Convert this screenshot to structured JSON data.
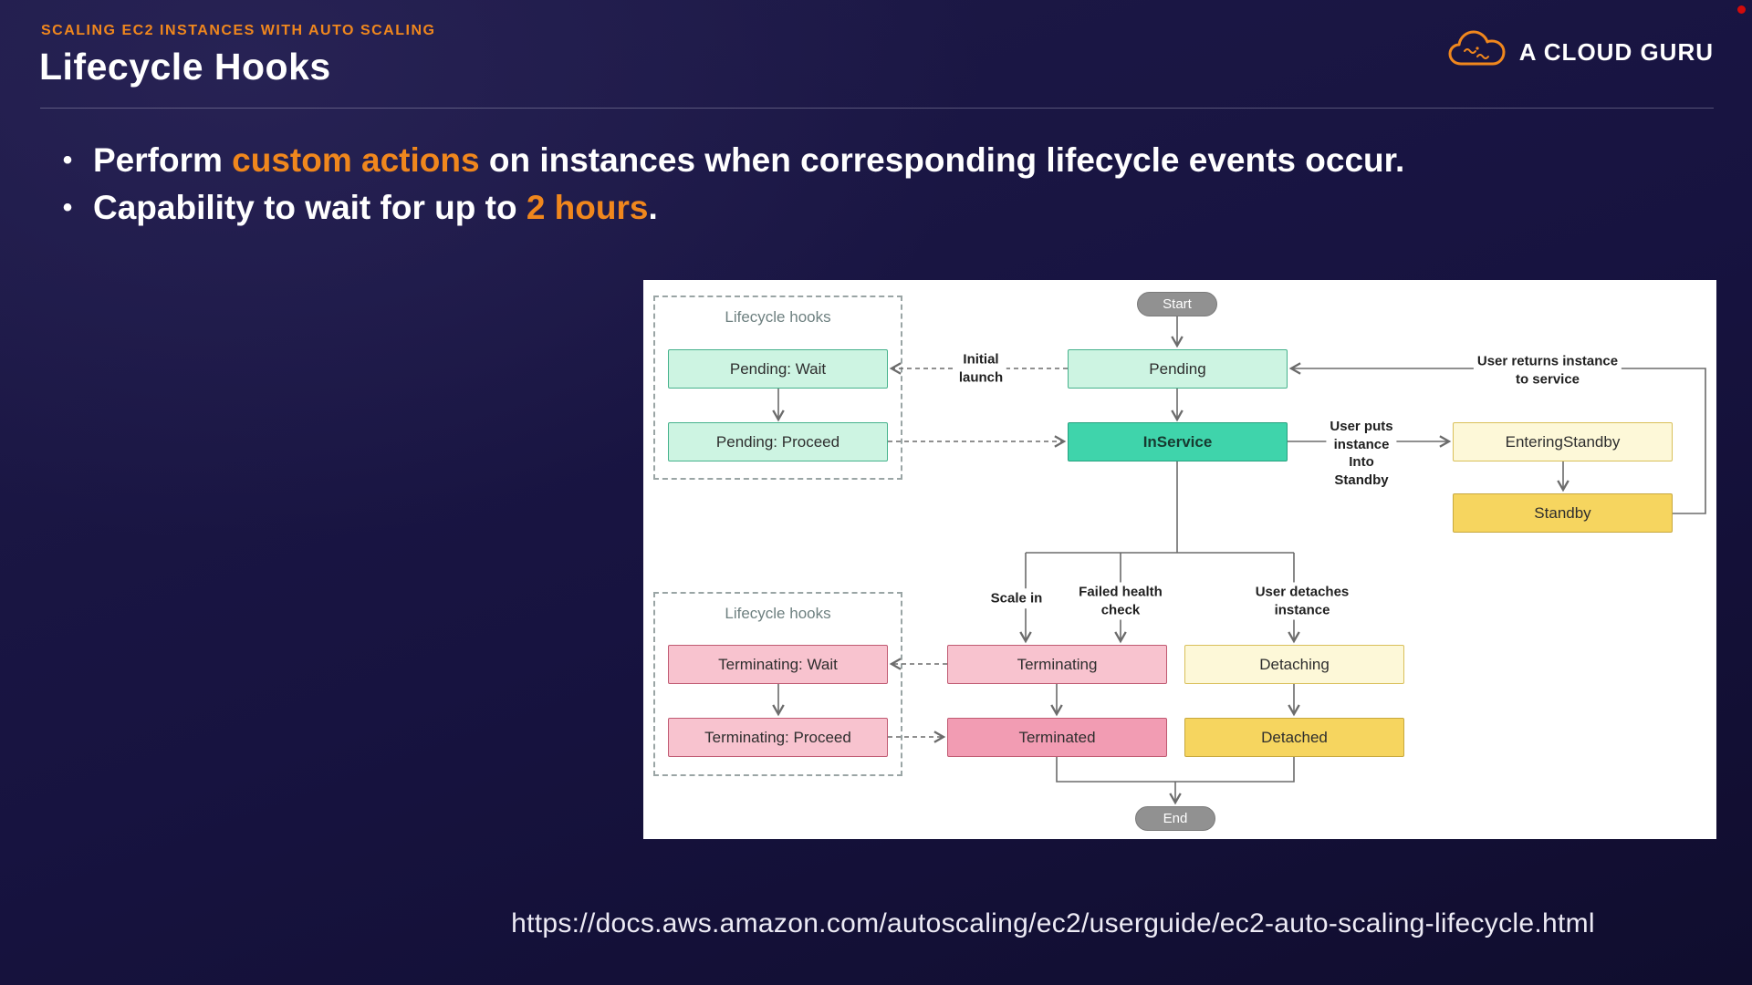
{
  "slide": {
    "eyebrow": "SCALING EC2 INSTANCES WITH AUTO SCALING",
    "title": "Lifecycle Hooks",
    "bullets": [
      {
        "pre": "Perform ",
        "highlight": "custom actions",
        "post": " on instances when corresponding lifecycle events occur."
      },
      {
        "pre": "Capability to wait for up to ",
        "highlight": "2 hours",
        "post": "."
      }
    ],
    "url": "https://docs.aws.amazon.com/autoscaling/ec2/userguide/ec2-auto-scaling-lifecycle.html"
  },
  "brand": {
    "logo_text": "A CLOUD GURU",
    "accent": "#f0871d"
  },
  "diagram": {
    "groups": [
      {
        "label": "Lifecycle hooks"
      },
      {
        "label": "Lifecycle hooks"
      }
    ],
    "nodes": {
      "start": "Start",
      "pending": "Pending",
      "pending_wait": "Pending: Wait",
      "pending_proceed": "Pending: Proceed",
      "inservice": "InService",
      "entering_standby": "EnteringStandby",
      "standby": "Standby",
      "terminating": "Terminating",
      "terminating_wait": "Terminating: Wait",
      "terminating_proceed": "Terminating: Proceed",
      "terminated": "Terminated",
      "detaching": "Detaching",
      "detached": "Detached",
      "end": "End"
    },
    "labels": {
      "initial_launch": "Initial\nlaunch",
      "user_returns": "User returns instance\nto service",
      "user_puts_standby": "User puts\ninstance\nInto\nStandby",
      "scale_in": "Scale in",
      "failed_health_check": "Failed health\ncheck",
      "user_detaches": "User detaches\ninstance"
    },
    "edges": [
      {
        "from": "Start",
        "to": "Pending",
        "style": "solid"
      },
      {
        "from": "Pending",
        "to": "Pending: Wait",
        "style": "dashed",
        "label": "Initial launch"
      },
      {
        "from": "Pending: Wait",
        "to": "Pending: Proceed",
        "style": "solid"
      },
      {
        "from": "Pending: Proceed",
        "to": "InService",
        "style": "dashed"
      },
      {
        "from": "Pending",
        "to": "InService",
        "style": "solid"
      },
      {
        "from": "InService",
        "to": "EnteringStandby",
        "style": "solid",
        "label": "User puts instance Into Standby"
      },
      {
        "from": "EnteringStandby",
        "to": "Standby",
        "style": "solid"
      },
      {
        "from": "Standby",
        "to": "Pending",
        "style": "solid",
        "label": "User returns instance to service"
      },
      {
        "from": "InService",
        "to": "Terminating",
        "style": "solid",
        "label": "Scale in / Failed health check"
      },
      {
        "from": "InService",
        "to": "Detaching",
        "style": "solid",
        "label": "User detaches instance"
      },
      {
        "from": "Terminating",
        "to": "Terminating: Wait",
        "style": "dashed"
      },
      {
        "from": "Terminating: Wait",
        "to": "Terminating: Proceed",
        "style": "solid"
      },
      {
        "from": "Terminating: Proceed",
        "to": "Terminated",
        "style": "dashed"
      },
      {
        "from": "Terminating",
        "to": "Terminated",
        "style": "solid"
      },
      {
        "from": "Detaching",
        "to": "Detached",
        "style": "solid"
      },
      {
        "from": "Terminated",
        "to": "End",
        "style": "solid"
      },
      {
        "from": "Detached",
        "to": "End",
        "style": "solid"
      }
    ],
    "colors": {
      "mint": "#cdf4e2",
      "teal": "#3fd4ab",
      "pale_yellow": "#fdf8d8",
      "gold": "#f6d55f",
      "pink": "#f8c3cf",
      "pink_dark": "#f29cb3",
      "oval_gray": "#919191",
      "wire": "#6b6b6b"
    }
  }
}
